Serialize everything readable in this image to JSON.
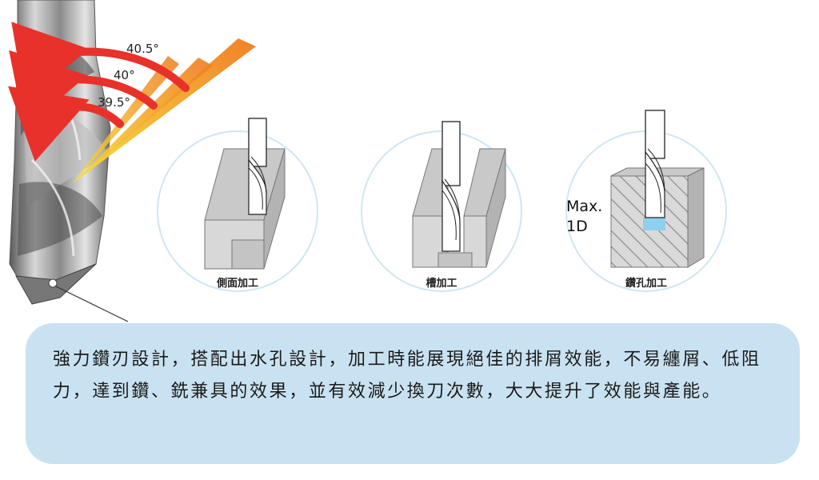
{
  "angles": {
    "a1": "40.5°",
    "a2": "40°",
    "a3": "39.5°"
  },
  "circles": {
    "side": {
      "label": "側面加工"
    },
    "slot": {
      "label": "槽加工"
    },
    "drill": {
      "label": "鑽孔加工",
      "depth_line1": "Max.",
      "depth_line2": "1D"
    }
  },
  "description": "強力鑽刃設計，搭配出水孔設計，加工時能展現絕佳的排屑效能，不易纏屑、低阻力，達到鑽、銑兼具的效果，並有效減少換刀次數，大大提升了效能與產能。",
  "colors": {
    "accent_red": "#e8312a",
    "accent_orange": "#f0711e",
    "accent_yellow": "#f7c52a",
    "box_bg": "#c9e2f1",
    "circle_stroke": "#cfe6f2"
  }
}
